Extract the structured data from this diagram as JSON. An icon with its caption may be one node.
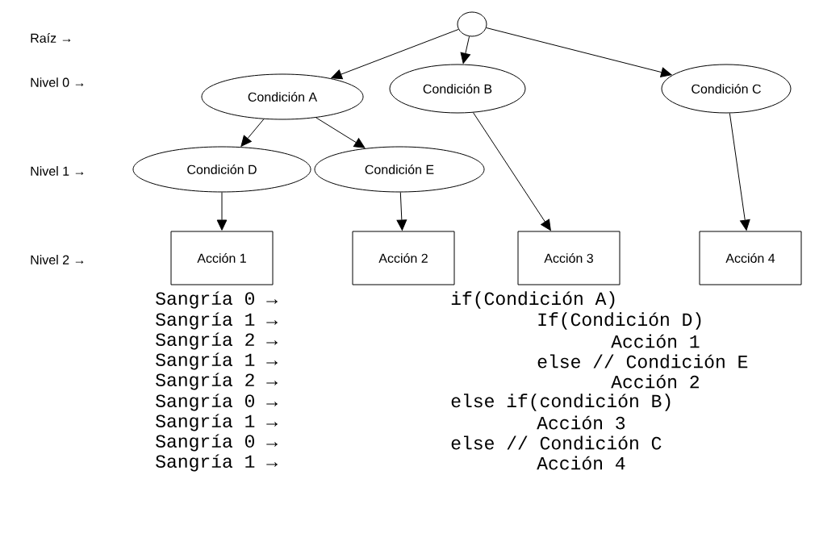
{
  "diagram": {
    "nodes": [
      {
        "text": [],
        "shape": "circle"
      },
      {
        "text": [
          "Condición A"
        ]
      },
      {
        "text": [
          "Condición B"
        ]
      },
      {
        "text": [
          "Condición C"
        ]
      },
      {
        "text": [
          "Condición D"
        ]
      },
      {
        "text": [
          "Condición E"
        ]
      },
      {
        "text": [
          "Acción 1"
        ]
      },
      {
        "text": [
          "Acción 2"
        ]
      },
      {
        "text": [
          "Acción 3"
        ]
      },
      {
        "text": [
          "Acción 4"
        ]
      }
    ],
    "edges": [
      {
        "from": 0,
        "to": 1,
        "arrow": "to"
      },
      {
        "from": 0,
        "to": 2,
        "arrow": "to"
      },
      {
        "from": 0,
        "to": 3,
        "arrow": "to"
      },
      {
        "from": 1,
        "to": 4,
        "arrow": "to"
      },
      {
        "from": 1,
        "to": 5,
        "arrow": "to"
      },
      {
        "from": 2,
        "to": 8,
        "arrow": "to"
      },
      {
        "from": 3,
        "to": 9,
        "arrow": "to"
      },
      {
        "from": 4,
        "to": 6,
        "arrow": "to"
      },
      {
        "from": 5,
        "to": 7,
        "arrow": "to"
      }
    ],
    "labels": [
      "Raíz →",
      "Nivel 0 →",
      "Nivel 1 →",
      "Nivel 2 →",
      "Sangría 0 →",
      "if(Condición A)",
      "Sangría 1 →",
      "If(Condición D)",
      "Sangría 2 →",
      "Acción 1",
      "Sangría 1 →",
      "else // Condición E",
      "Sangría 2 →",
      "Acción 2",
      "Sangría 0 →",
      "else if(condición B)",
      "Sangría 1 →",
      "Acción 3",
      "Sangría 0 →",
      "else // Condición C",
      "Sangría 1 →",
      "Acción 4"
    ]
  }
}
